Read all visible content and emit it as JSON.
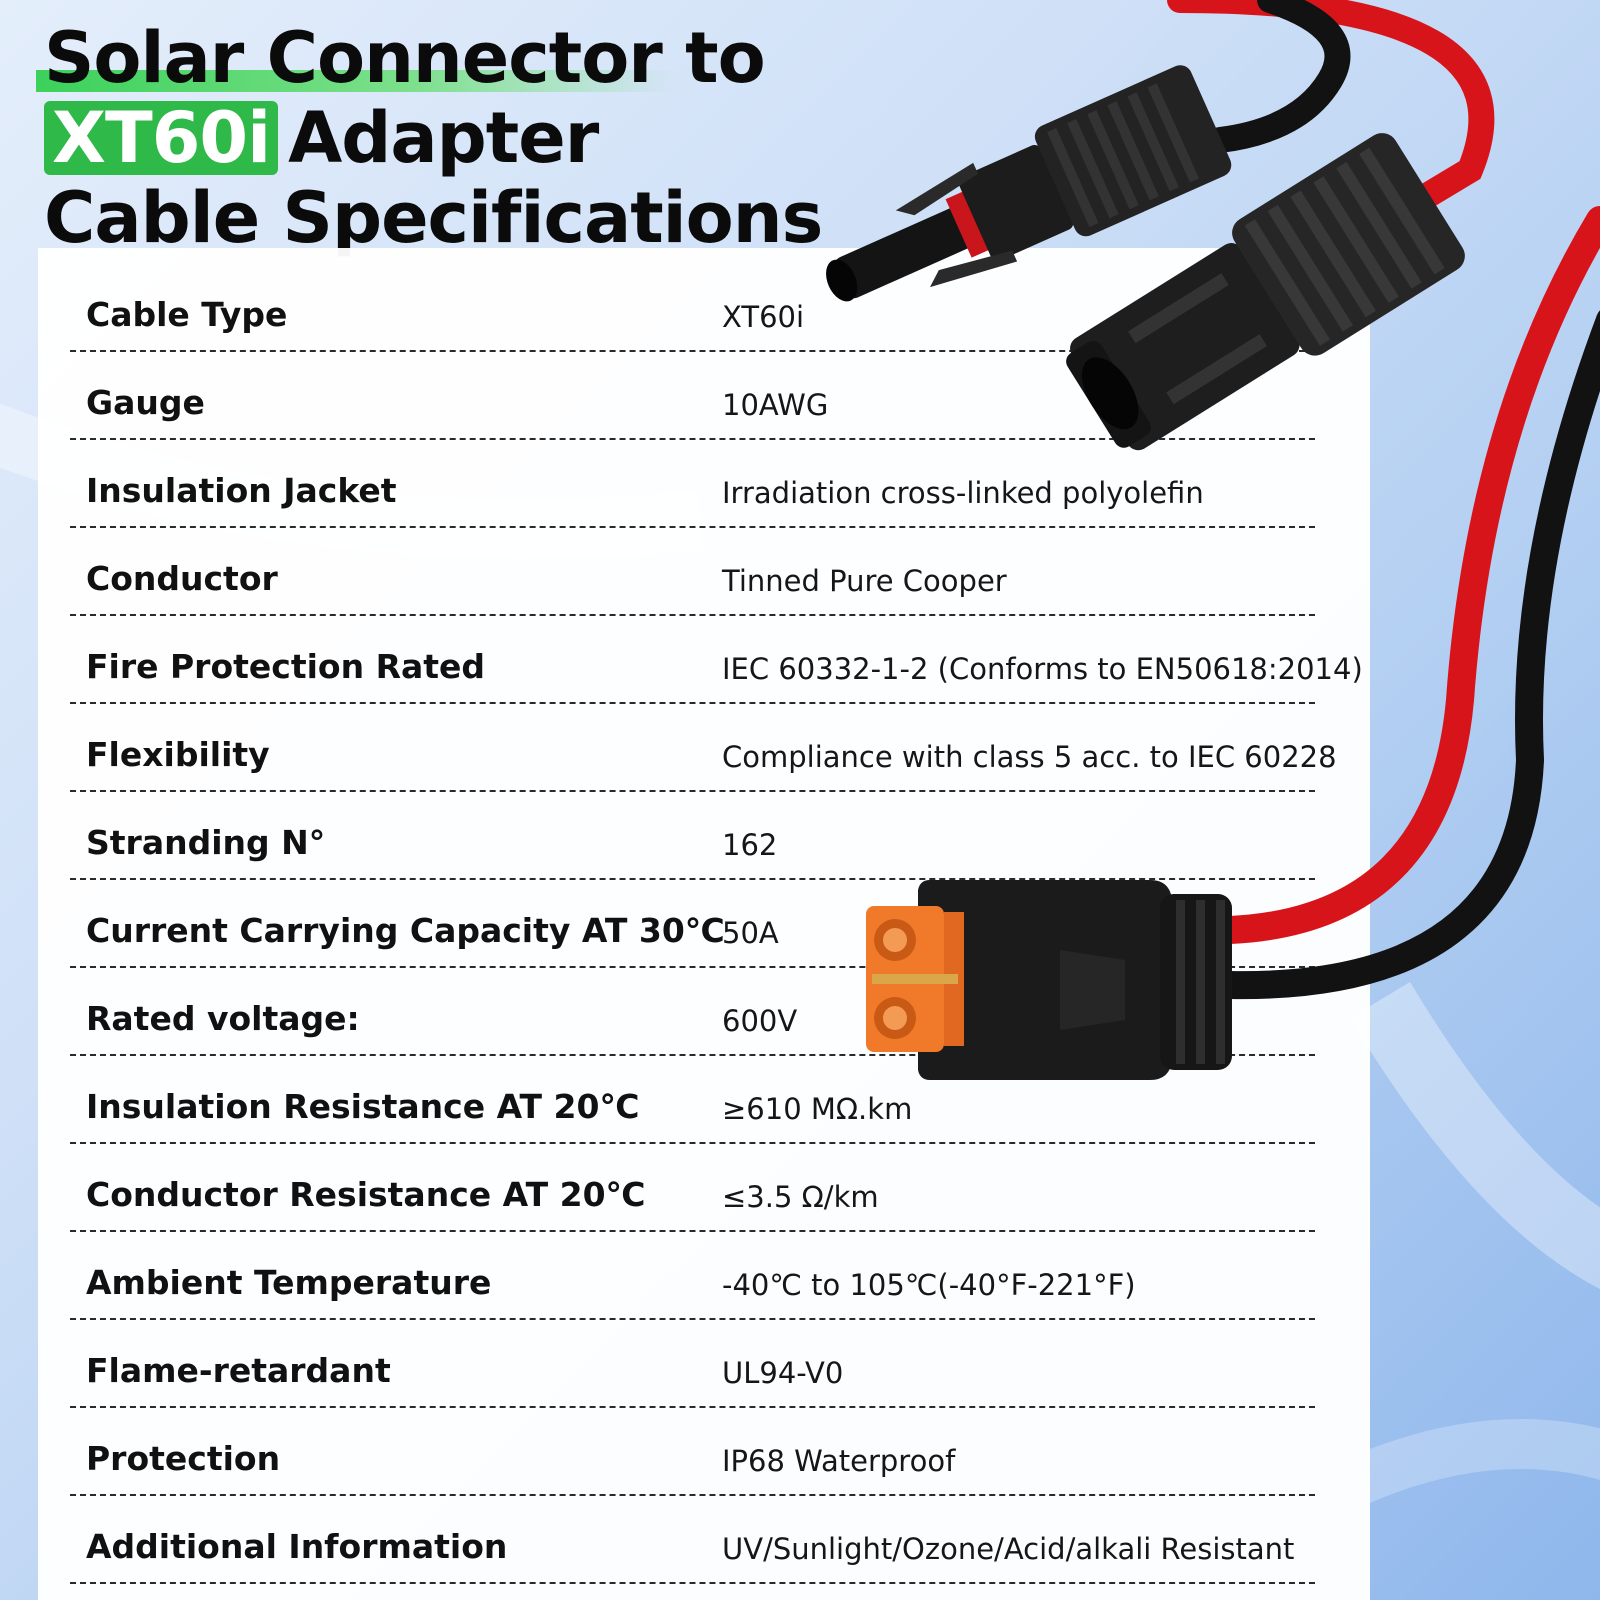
{
  "title": {
    "line1": "Solar Connector to",
    "line2_highlight": "XT60i",
    "line2_rest": "Adapter",
    "line3": "Cable Specifications"
  },
  "colors": {
    "highlight_green": "#2fb949",
    "cable_red": "#d8141b",
    "cable_black": "#121212",
    "xt60_orange": "#f07a2a"
  },
  "specs": [
    {
      "label": "Cable Type",
      "value": "XT60i"
    },
    {
      "label": "Gauge",
      "value": "10AWG"
    },
    {
      "label": "Insulation Jacket",
      "value": "Irradiation cross-linked polyolefin"
    },
    {
      "label": "Conductor",
      "value": "Tinned Pure Cooper"
    },
    {
      "label": "Fire Protection Rated",
      "value": "IEC 60332-1-2 (Conforms to EN50618:2014)"
    },
    {
      "label": "Flexibility",
      "value": "Compliance with class 5 acc. to IEC 60228"
    },
    {
      "label": "Stranding N°",
      "value": "162"
    },
    {
      "label": "Current Carrying Capacity AT 30℃",
      "value": "50A"
    },
    {
      "label": "Rated voltage:",
      "value": "600V"
    },
    {
      "label": "Insulation Resistance AT 20℃",
      "value": "≥610 MΩ.km"
    },
    {
      "label": "Conductor Resistance AT 20℃",
      "value": "≤3.5 Ω/km"
    },
    {
      "label": "Ambient Temperature",
      "value": "-40℃ to 105℃(-40°F-221°F)"
    },
    {
      "label": "Flame-retardant",
      "value": "UL94-V0"
    },
    {
      "label": "Protection",
      "value": "IP68 Waterproof"
    },
    {
      "label": "Additional Information",
      "value": "UV/Sunlight/Ozone/Acid/alkali Resistant"
    }
  ]
}
